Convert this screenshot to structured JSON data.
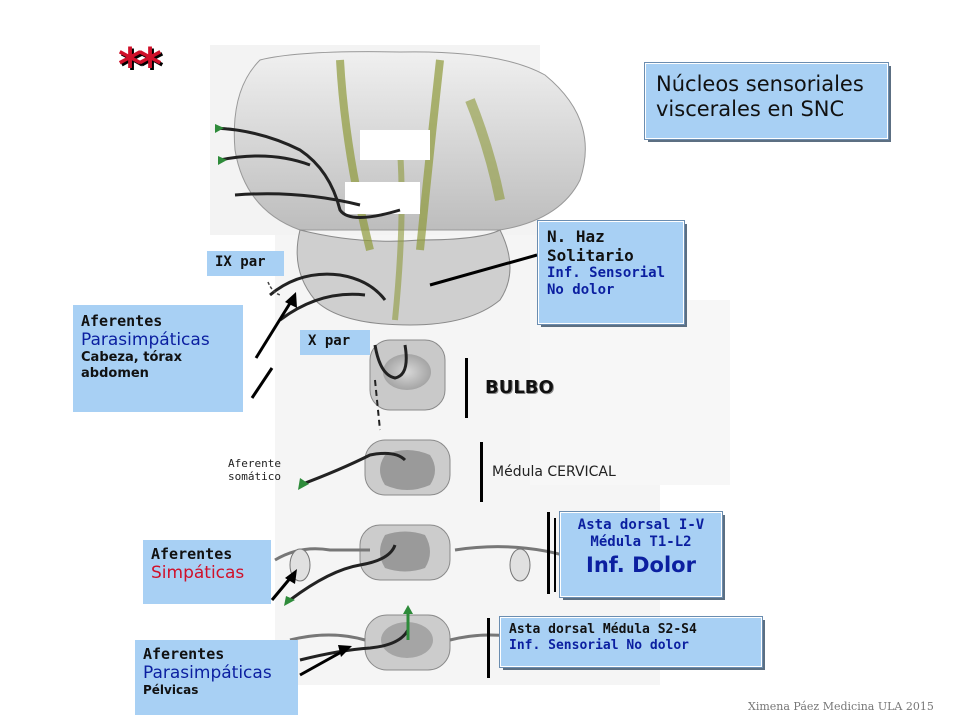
{
  "title_box": {
    "line1": "Núcleos sensoriales",
    "line2": "viscerales en SNC"
  },
  "stars": "**",
  "labels": {
    "ix_par": "IX par",
    "x_par": "X par",
    "aferente_somatico_1": "Aferente",
    "aferente_somatico_2": "somático",
    "bulbo": "BULBO",
    "medula_cervical": "Médula CERVICAL"
  },
  "haz_solitario": {
    "line1": "N. Haz",
    "line2": "Solitario",
    "line3": "Inf. Sensorial",
    "line4": "No dolor"
  },
  "aferentes_parasimpaticas_cabeza": {
    "line1": "Aferentes",
    "line2": "Parasimpáticas",
    "line3": "Cabeza, tórax",
    "line4": "abdomen"
  },
  "aferentes_simpaticas": {
    "line1": "Aferentes",
    "line2": "Simpáticas"
  },
  "aferentes_parasimpaticas_pelvicas": {
    "line1": "Aferentes",
    "line2": "Parasimpáticas",
    "line3": "Pélvicas"
  },
  "asta_dorsal_t1": {
    "line1": "Asta dorsal I-V",
    "line2": "Médula  T1-L2",
    "line3": "Inf. Dolor"
  },
  "asta_dorsal_s2": {
    "line1": "Asta dorsal Médula S2-S4",
    "line2": "Inf. Sensorial No dolor"
  },
  "credit": "Ximena Páez Medicina ULA 2015",
  "colors": {
    "box_blue": "#a8d0f4",
    "dark_blue_text": "#0b1fa0",
    "red_text": "#d0102a",
    "nerve_green": "#8e9a3a"
  }
}
